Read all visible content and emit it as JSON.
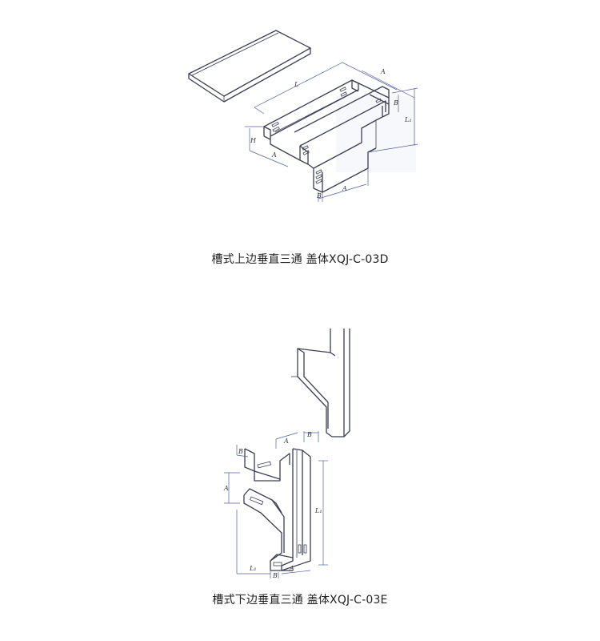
{
  "figures": [
    {
      "caption": "槽式上边垂直三通  盖体XQJ-C-03D",
      "labels": {
        "L": "L",
        "A1": "A",
        "B1": "B",
        "L1": "L₁",
        "H": "H",
        "A2": "A",
        "B2": "B",
        "A3": "A"
      }
    },
    {
      "caption": "槽式下边垂直三通  盖体XQJ-C-03E",
      "labels": {
        "A1": "A",
        "B1": "B",
        "B2": "B",
        "A2": "A",
        "L1": "L₁",
        "L2": "L₁",
        "B3": "B",
        "A3": "A"
      }
    }
  ],
  "colors": {
    "line": "#3a3f52",
    "dimension": "#5560a0",
    "background": "#ffffff"
  }
}
